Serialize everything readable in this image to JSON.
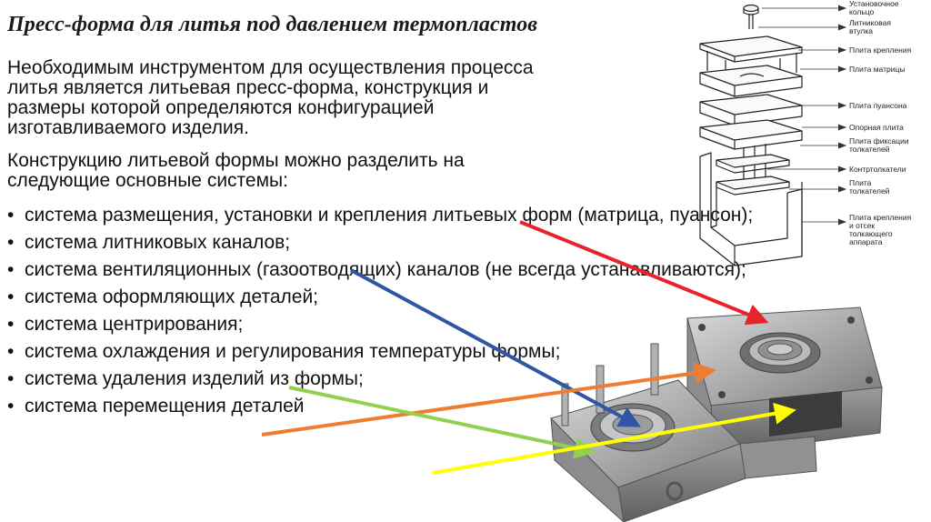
{
  "title": "Пресс-форма для литья под давлением термопластов",
  "paragraphs": [
    "Необходимым инструментом для осуществления процесса литья является литьевая пресс-форма, конструкция и размеры которой определяются конфигурацией изготавливаемого изделия.",
    "Конструкцию литьевой формы можно разделить на следующие основные системы:"
  ],
  "bullet_symbol": "•",
  "systems": [
    " система размещения, установки и крепления литьевых форм (матрица, пуансон);",
    " система литниковых каналов;",
    " система вентиляционных (газоотводящих) каналов (не всегда устанавливаются);",
    "система оформляющих деталей;",
    "система центрирования;",
    "система охлаждения и регулирования температуры формы;",
    "система удаления изделий из формы;",
    "система перемещения деталей"
  ],
  "diagram_labels": [
    [
      "Установочное",
      "кольцо"
    ],
    [
      "Литниковая",
      "втулка"
    ],
    [
      "Плита крепления"
    ],
    [
      "Плита матрицы"
    ],
    [
      "Плита пуансона"
    ],
    [
      "Опорная плита"
    ],
    [
      "Плита фиксации",
      "толкателей"
    ],
    [
      "Контртолкатели"
    ],
    [
      "Плита",
      "толкателей"
    ],
    [
      "Плита крепления",
      "и отсек",
      "толкающего",
      "аппарата"
    ]
  ],
  "arrow_colors": {
    "red": "#e8232b",
    "blue": "#2f55a4",
    "orange": "#ef7d31",
    "green": "#92d050",
    "yellow": "#ffff00"
  }
}
